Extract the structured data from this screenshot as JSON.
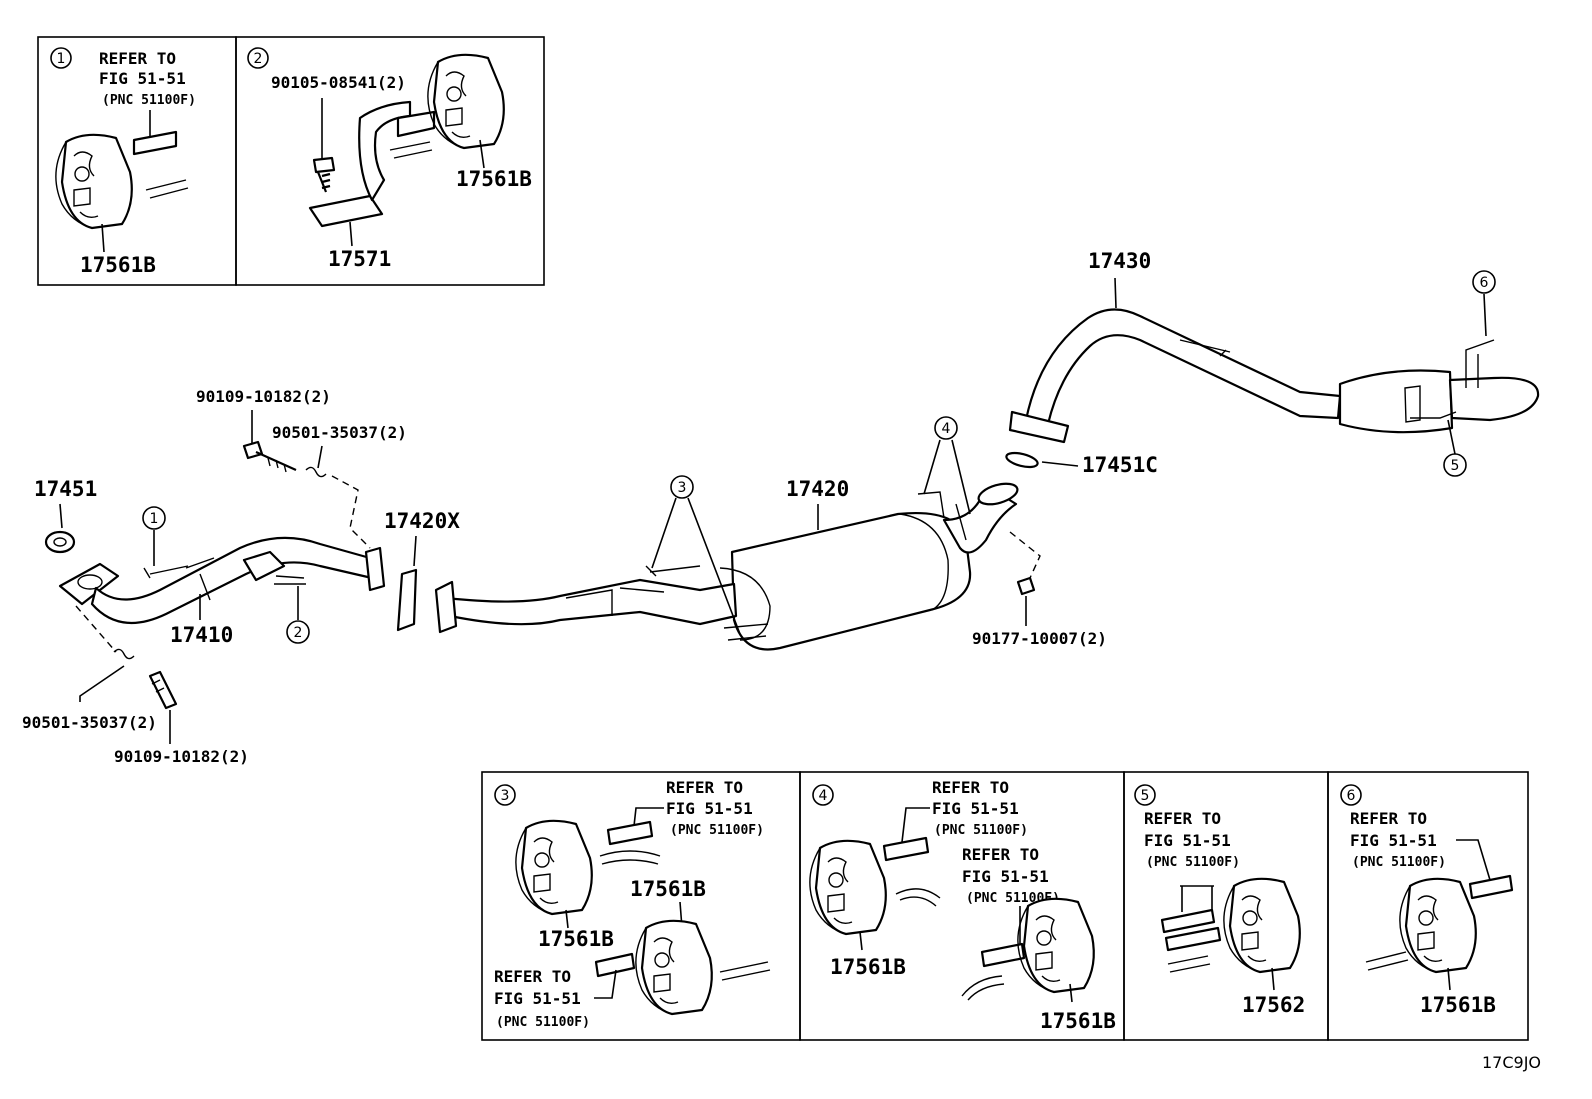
{
  "panels": {
    "p1": {
      "circle": "1",
      "refer": "REFER TO",
      "fig": "FIG 51-51",
      "pnc": "(PNC 51100F)",
      "part": "17561B"
    },
    "p2": {
      "circle": "2",
      "bolt": "90105-08541(2)",
      "part_a": "17561B",
      "part_b": "17571"
    },
    "p3": {
      "circle": "3",
      "refer_a": "REFER TO",
      "fig_a": "FIG 51-51",
      "pnc_a": "(PNC 51100F)",
      "part_a": "17561B",
      "part_b": "17561B",
      "refer_b": "REFER TO",
      "fig_b": "FIG 51-51",
      "pnc_b": "(PNC 51100F)"
    },
    "p4": {
      "circle": "4",
      "refer_a": "REFER TO",
      "fig_a": "FIG 51-51",
      "pnc_a": "(PNC 51100F)",
      "refer_b": "REFER TO",
      "fig_b": "FIG 51-51",
      "pnc_b": "(PNC 51100F)",
      "part_a": "17561B",
      "part_b": "17561B"
    },
    "p5": {
      "circle": "5",
      "refer": "REFER TO",
      "fig": "FIG 51-51",
      "pnc": "(PNC 51100F)",
      "part": "17562"
    },
    "p6": {
      "circle": "6",
      "refer": "REFER TO",
      "fig": "FIG 51-51",
      "pnc": "(PNC 51100F)",
      "part": "17561B"
    }
  },
  "main": {
    "tailpipe": "17430",
    "gasket_rear": "17451C",
    "center_muffler": "17420",
    "gasket_mid": "17420X",
    "gasket_front": "17451",
    "front_pipe": "17410",
    "bolt_top": "90109-10182(2)",
    "spring_top": "90501-35037(2)",
    "spring_bottom": "90501-35037(2)",
    "bolt_bottom": "90109-10182(2)",
    "nut": "90177-10007(2)",
    "c1": "1",
    "c2": "2",
    "c3": "3",
    "c4": "4",
    "c5": "5",
    "c6": "6"
  },
  "diagram_code": "17C9JO"
}
